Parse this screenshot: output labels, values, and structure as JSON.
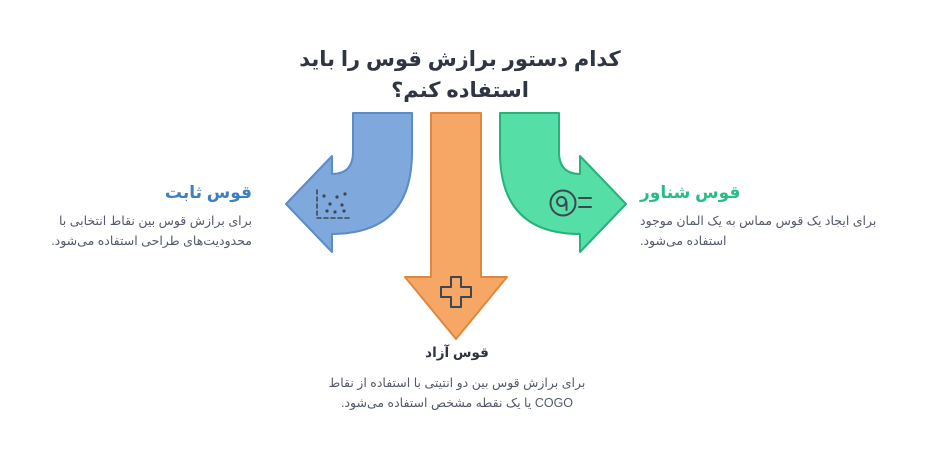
{
  "title": {
    "line1": "کدام دستور برازش قوس را باید",
    "line2": "استفاده کنم؟"
  },
  "nodes": {
    "fixed": {
      "label": "قوس ثابت",
      "description": "برای برازش قوس بین نقاط انتخابی با محدودیت‌های طراحی استفاده می‌شود."
    },
    "floating": {
      "label": "قوس شناور",
      "description": "برای ایجاد یک قوس مماس به یک المان موجود استفاده می‌شود."
    },
    "free": {
      "label": "قوس آزاد",
      "description": "برای برازش قوس بین دو انتیتی با استفاده از نقاط COGO یا یک نقطه مشخص استفاده می‌شود."
    }
  },
  "icons": {
    "fixed": "scatter-points-icon",
    "free": "plus-crosshair-icon",
    "floating": "tangent-circle-icon"
  },
  "colors": {
    "blue_fill": "#7fa8dc",
    "blue_stroke": "#5a8cc9",
    "blue_label": "#3d7fc1",
    "orange_fill": "#f6a765",
    "orange_stroke": "#e0873e",
    "green_fill": "#55dfa6",
    "green_stroke": "#27b27c",
    "green_label": "#29bd86",
    "title_color": "#2f3542",
    "text_color": "#52596a",
    "icon_stroke": "#3f4652"
  }
}
